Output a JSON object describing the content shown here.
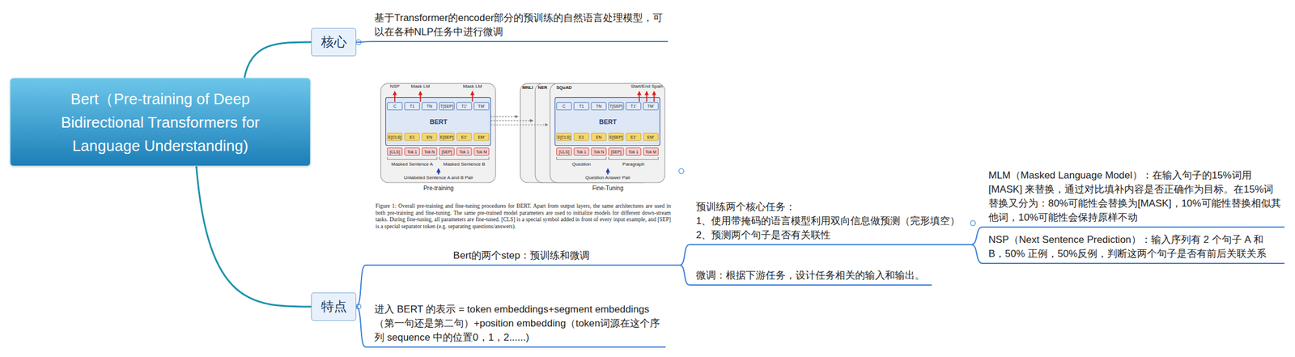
{
  "diagram": {
    "nodes": [
      {
        "text": [
          "Bert（Pre-training of Deep Bidirectional Transformers for Language Understanding)"
        ]
      },
      {
        "text": [
          "核心"
        ]
      },
      {
        "text": [
          "基于Transformer的encoder部分的预训练的自然语言处理模型，可以在各种NLP任务中进行微调"
        ]
      },
      {
        "text": [
          "特点"
        ]
      },
      {
        "text": [
          "Bert的两个step：预训练和微调"
        ]
      },
      {
        "text": [
          "进入 BERT 的表示 = token embeddings+segment embeddings（第一句还是第二句）+position embedding（token词源在这个序列 sequence 中的位置0，1，2......)"
        ]
      },
      {
        "text": [
          "预训练两个核心任务：",
          "1、使用带掩码的语言模型利用双向信息做预测（完形填空）",
          "2、预测两个句子是否有关联性"
        ]
      },
      {
        "text": [
          "微调：根据下游任务，设计任务相关的输入和输出。"
        ]
      },
      {
        "text": [
          "MLM（Masked Language Model）：在输入句子的15%词用[MASK] 来替换，通过对比填补内容是否正确作为目标。在15%词替换又分为：80%可能性会替换为[MASK]，10%可能性替换相似其他词，10%可能性会保持原样不动"
        ]
      },
      {
        "text": [
          "NSP（Next Sentence Prediction）：输入序列有 2 个句子 A 和 B，50% 正例，50%反例，判断这两个句子是否有前后关联关系"
        ]
      }
    ],
    "edges": [
      {
        "from": 0,
        "to": 1,
        "arrow": "none"
      },
      {
        "from": 1,
        "to": 2,
        "arrow": "none"
      },
      {
        "from": 0,
        "to": 3,
        "arrow": "none"
      },
      {
        "from": 3,
        "to": 4,
        "arrow": "none"
      },
      {
        "from": 3,
        "to": 5,
        "arrow": "none"
      },
      {
        "from": 4,
        "to": 6,
        "arrow": "none"
      },
      {
        "from": 4,
        "to": 7,
        "arrow": "none"
      },
      {
        "from": 6,
        "to": 8,
        "arrow": "none"
      },
      {
        "from": 6,
        "to": 9,
        "arrow": "none"
      }
    ],
    "labels": [
      "NSP",
      "Mask LM",
      "Mask LM",
      "BERT",
      "C",
      "T1",
      "TN",
      "T[SEP]",
      "T1’",
      "TM’",
      "E[CLS]",
      "E1",
      "EN",
      "E[SEP]",
      "E1’",
      "EM’",
      "[CLS]",
      "Tok 1",
      "Tok N",
      "[SEP]",
      "Tok 1",
      "Tok M",
      "Masked Sentence A",
      "Masked Sentence B",
      "Unlabeled Sentence A and B Pair",
      "Pre-training",
      "MNLI",
      "NER",
      "SQuAD",
      "Start/End Span",
      "BERT",
      "C",
      "T1",
      "TN",
      "T[SEP]",
      "T1’",
      "TM’",
      "E[CLS]",
      "E1",
      "EN",
      "E[SEP]",
      "E1’",
      "EM’",
      "[CLS]",
      "Tok 1",
      "Tok N",
      "[SEP]",
      "Tok 1",
      "Tok M",
      "Question",
      "Paragraph",
      "Question Answer Pair",
      "Fine-Tuning",
      "Figure 1: Overall pre-training and fine-tuning procedures for BERT. Apart from output layers, the same architectures are used in both pre-training and fine-tuning. The same pre-trained model parameters are used to initialize models for different down-stream tasks. During fine-tuning, all parameters are fine-tuned. [CLS] is a special symbol added in front of every input example, and [SEP] is a special separator token (e.g. separating questions/answers)."
    ]
  }
}
